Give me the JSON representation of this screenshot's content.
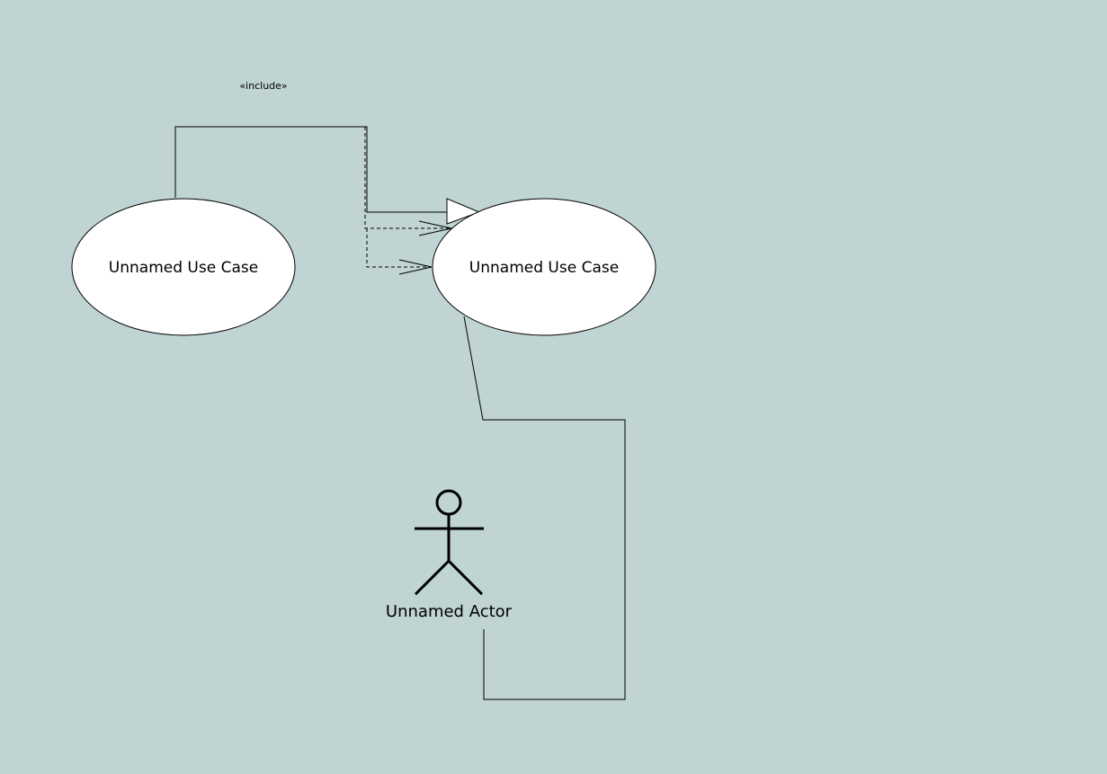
{
  "diagram": {
    "background": "#bfd4d3",
    "stereotype_label": "«include»",
    "use_cases": [
      {
        "label": "Unnamed Use Case"
      },
      {
        "label": "Unnamed Use Case"
      }
    ],
    "actor": {
      "label": "Unnamed Actor"
    }
  }
}
